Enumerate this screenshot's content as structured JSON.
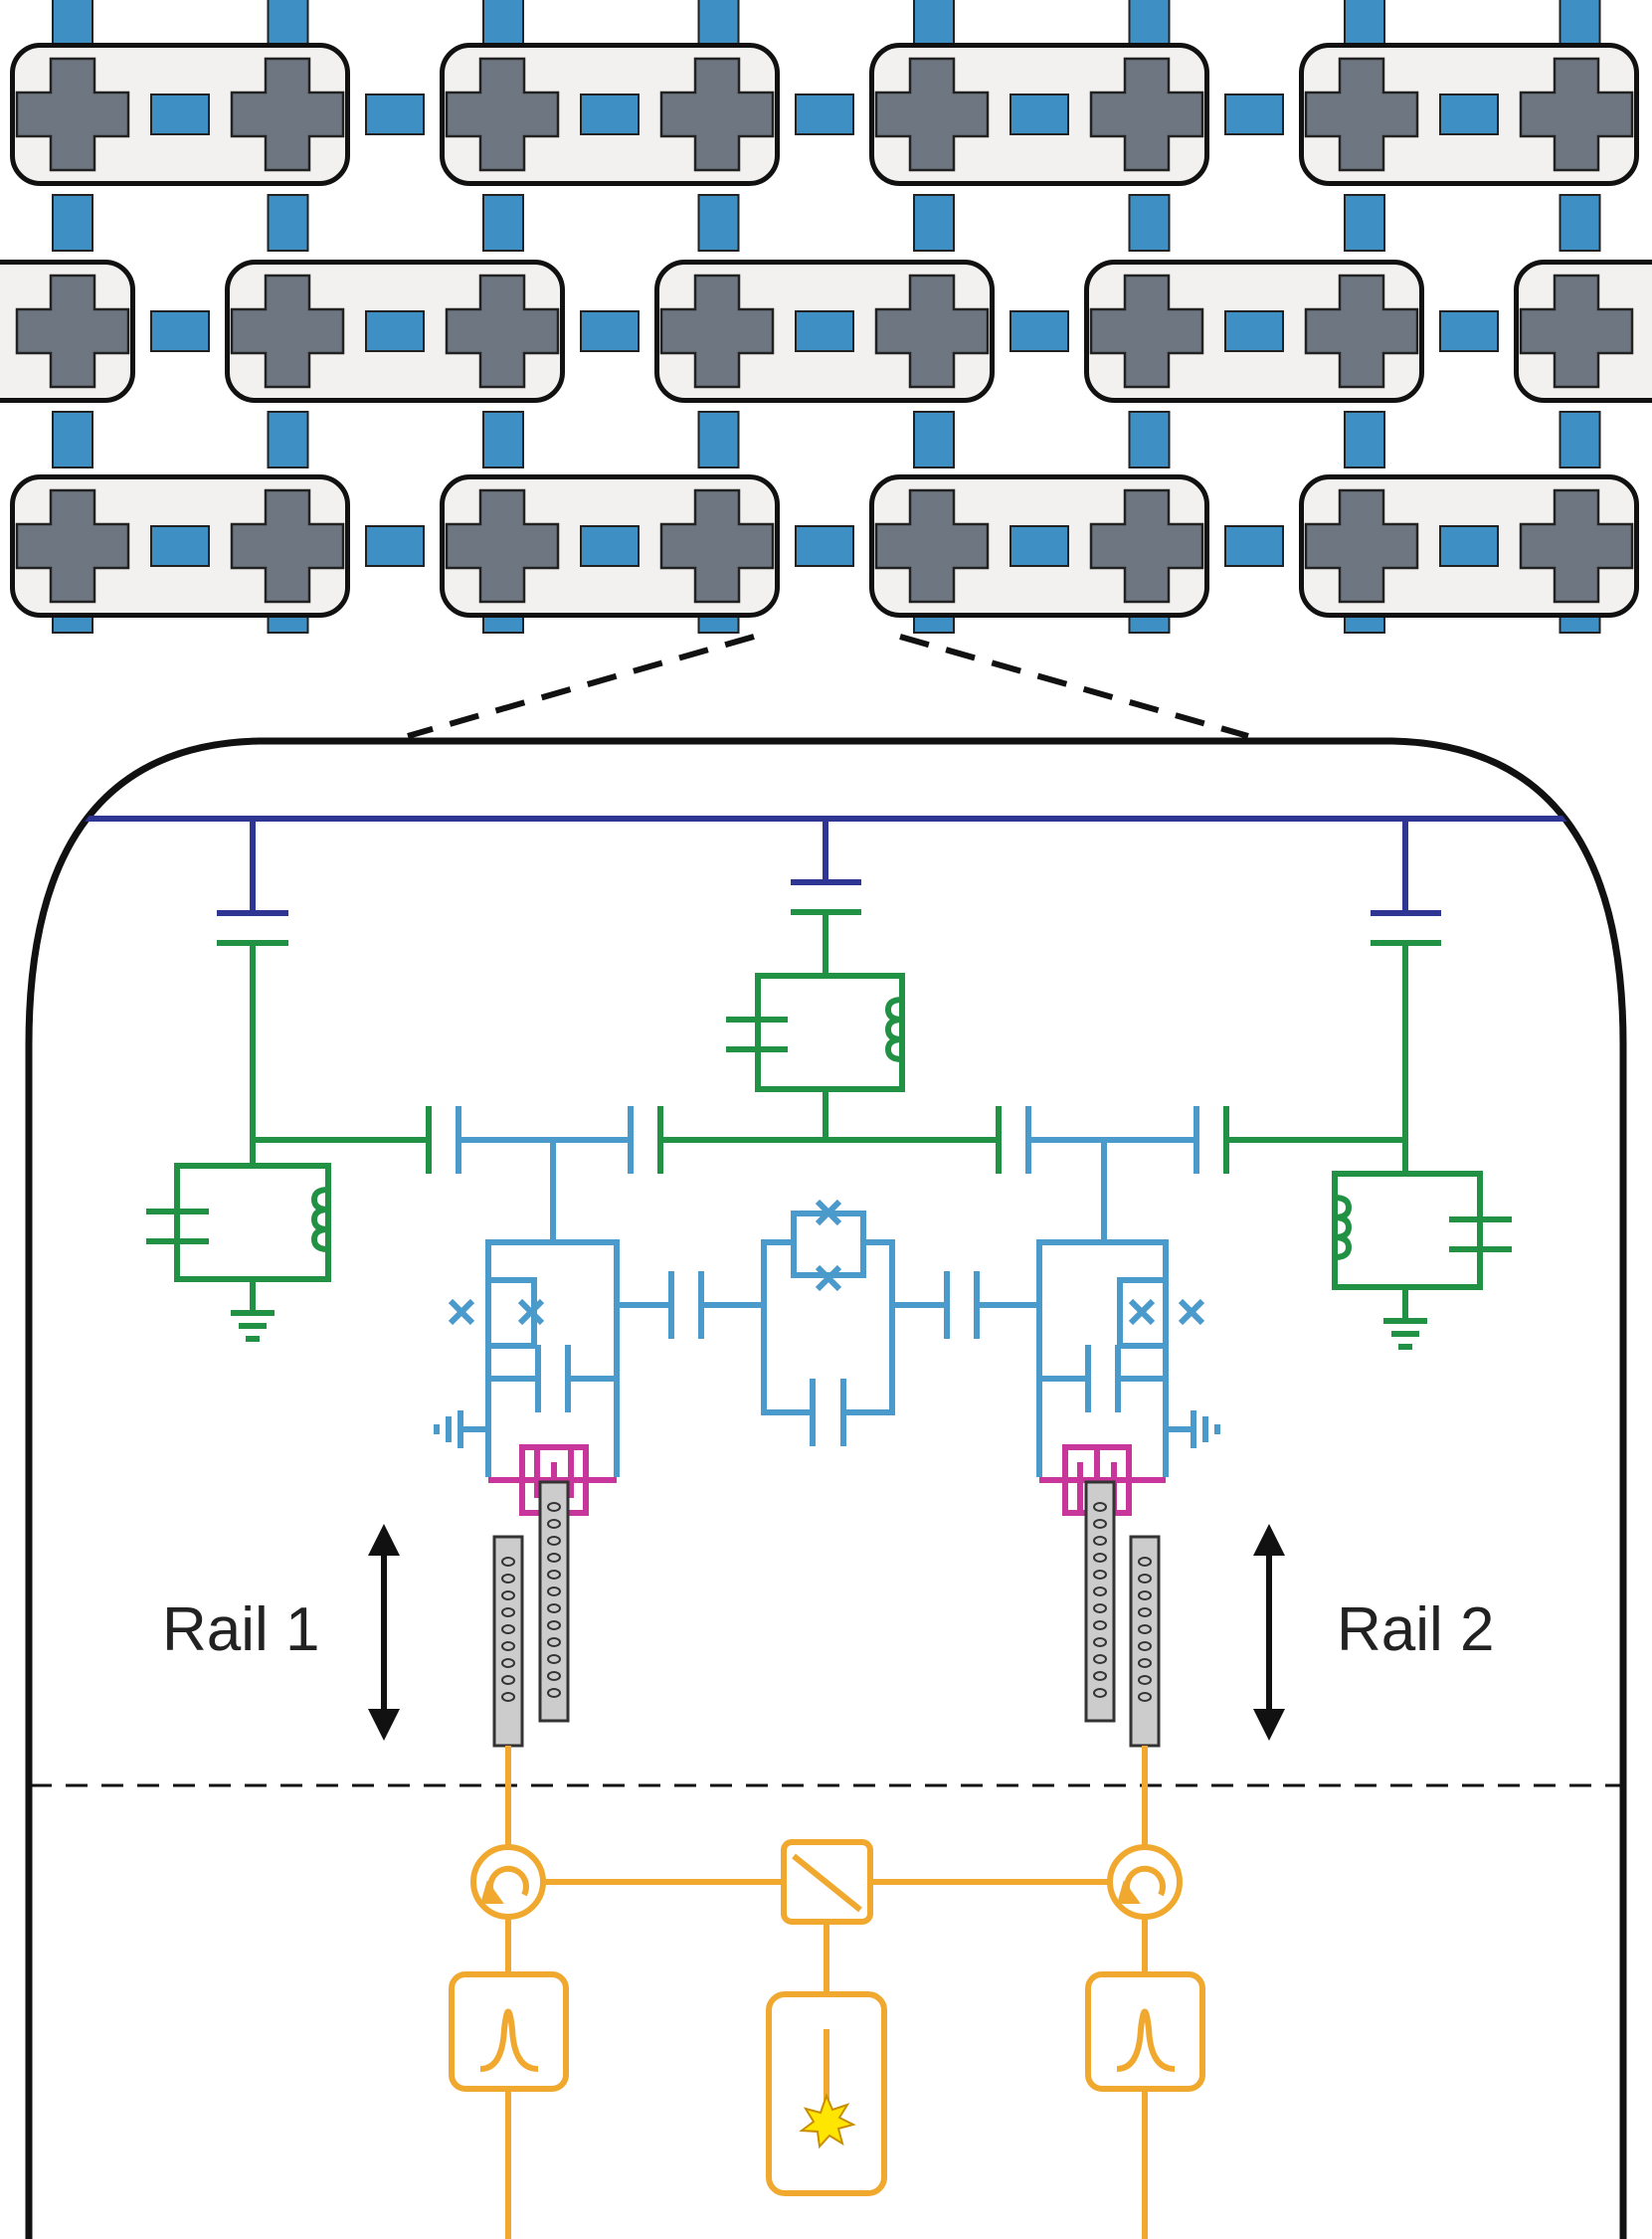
{
  "labels": {
    "rail1": "Rail 1",
    "rail2": "Rail 2"
  },
  "lattice": {
    "rows": 3,
    "module_shape": "rounded-rectangle",
    "qubit_shape": "cross",
    "coupler_shape": "rectangle"
  },
  "colors": {
    "module_fill": "#f2f1f0",
    "qubit": "#6e7781",
    "coupler": "#3d8fc4",
    "coupling_bus": "#2e3592",
    "resonator_circuit": "#219144",
    "qubit_circuit": "#4a9acc",
    "transducer": "#c8359b",
    "optical_circuit": "#f0a92e",
    "photon_star": "#ffe600",
    "waveguide": "#cccccc",
    "outline": "#111111"
  },
  "icons": [
    "qubit-cross-icon",
    "coupler-icon",
    "capacitor-icon",
    "inductor-icon",
    "josephson-junction-icon",
    "ground-icon",
    "transducer-icon",
    "circulator-icon",
    "beam-splitter-icon",
    "filter-icon",
    "photon-source-icon",
    "double-arrow-icon"
  ]
}
